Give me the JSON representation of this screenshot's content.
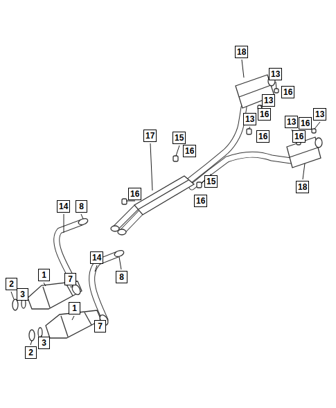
{
  "diagram": {
    "labels": [
      "18",
      "13",
      "16",
      "13",
      "16",
      "13",
      "13",
      "16",
      "13",
      "16",
      "17",
      "15",
      "16",
      "16",
      "15",
      "18",
      "16",
      "16",
      "14",
      "8",
      "14",
      "1",
      "8",
      "7",
      "2",
      "3",
      "1",
      "7",
      "3",
      "2"
    ]
  }
}
